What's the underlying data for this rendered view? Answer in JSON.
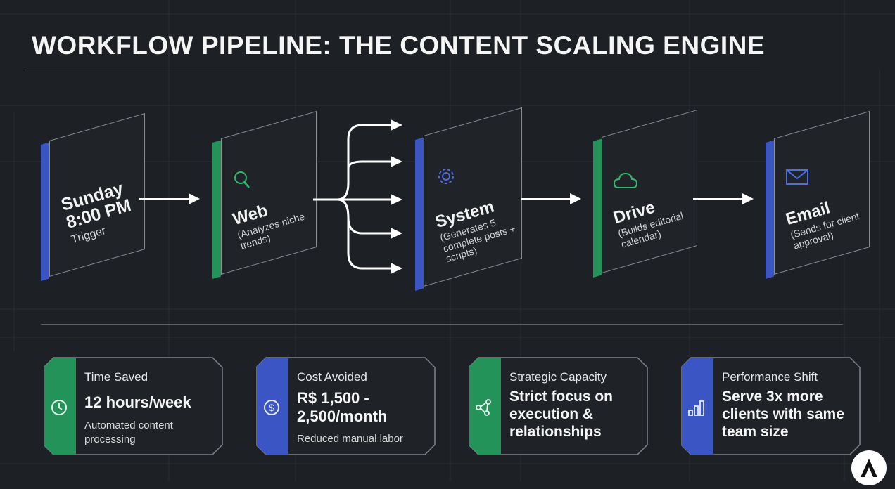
{
  "title": "WORKFLOW PIPELINE: THE CONTENT SCALING ENGINE",
  "colors": {
    "background": "#1d2024",
    "blue_accent": "#3b55c4",
    "green_accent": "#24935a",
    "arrow": "#ffffff"
  },
  "stages": [
    {
      "title": "Sunday 8:00 PM",
      "sub": "Trigger",
      "accent": "blue",
      "icon": "none"
    },
    {
      "title": "Web",
      "sub": "(Analyzes niche trends)",
      "accent": "green",
      "icon": "search-icon"
    },
    {
      "title": "System",
      "sub": "(Generates 5 complete posts + scripts)",
      "accent": "blue",
      "icon": "gear-icon"
    },
    {
      "title": "Drive",
      "sub": "(Builds editorial calendar)",
      "accent": "green",
      "icon": "cloud-icon"
    },
    {
      "title": "Email",
      "sub": "(Sends for client approval)",
      "accent": "blue",
      "icon": "envelope-icon"
    }
  ],
  "metrics": [
    {
      "label": "Time Saved",
      "value": "12 hours/week",
      "note": "Automated content processing",
      "accent": "green",
      "icon": "clock-icon"
    },
    {
      "label": "Cost Avoided",
      "value": "R$ 1,500 - 2,500/month",
      "note": "Reduced manual labor",
      "accent": "blue",
      "icon": "dollar-icon"
    },
    {
      "label": "Strategic Capacity",
      "value": "Strict focus on execution & relationships",
      "note": "",
      "accent": "green",
      "icon": "network-icon"
    },
    {
      "label": "Performance Shift",
      "value": "Serve 3x more clients with same team size",
      "note": "",
      "accent": "blue",
      "icon": "bar-chart-icon"
    }
  ],
  "logo": {
    "icon": "a-logo-icon"
  }
}
